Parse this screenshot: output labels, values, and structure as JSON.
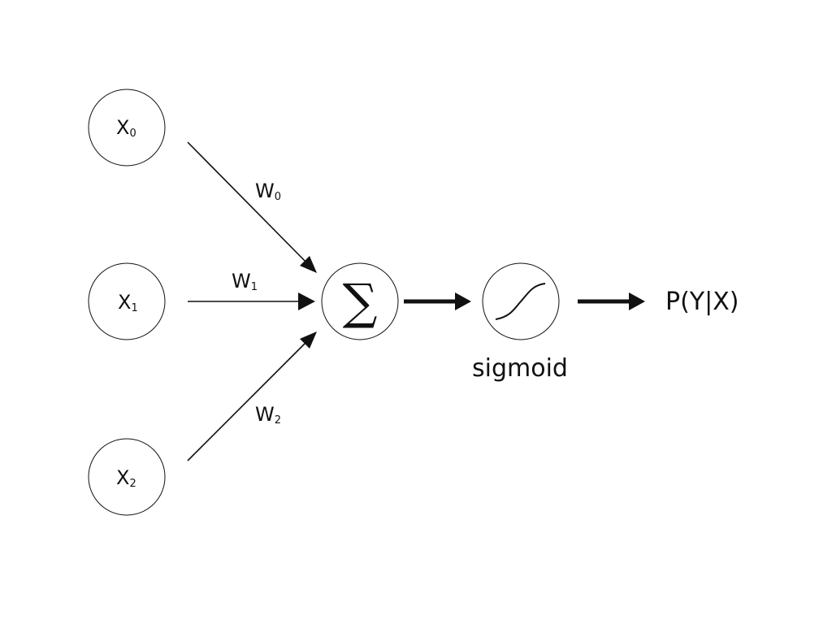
{
  "inputs": [
    {
      "base": "X",
      "sub": "0"
    },
    {
      "base": "X",
      "sub": "1"
    },
    {
      "base": "X",
      "sub": "2"
    }
  ],
  "weights": [
    {
      "base": "W",
      "sub": "0"
    },
    {
      "base": "W",
      "sub": "1"
    },
    {
      "base": "W",
      "sub": "2"
    }
  ],
  "sum_symbol": "∑",
  "activation_label": "sigmoid",
  "output_label": "P(Y|X)",
  "colors": {
    "stroke": "#111111",
    "background": "#ffffff"
  }
}
